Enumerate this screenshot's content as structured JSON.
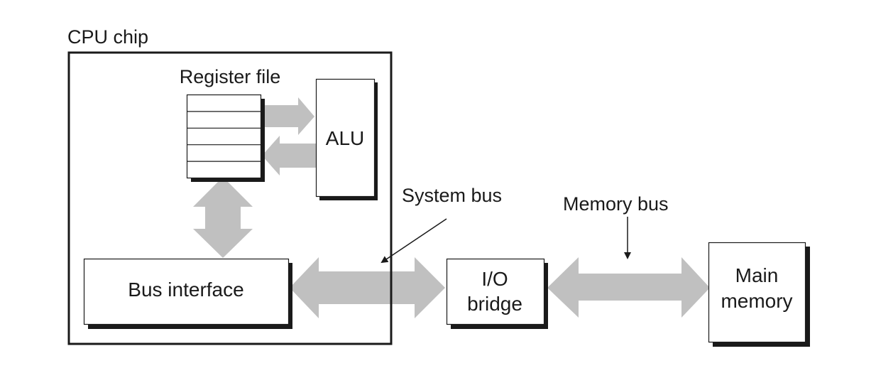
{
  "diagram": {
    "cpu_chip": {
      "label": "CPU chip"
    },
    "register_file": {
      "label": "Register file",
      "row_count": 5
    },
    "alu": {
      "label": "ALU"
    },
    "bus_interface": {
      "label": "Bus interface"
    },
    "io_bridge": {
      "label_line1": "I/O",
      "label_line2": "bridge"
    },
    "main_memory": {
      "label_line1": "Main",
      "label_line2": "memory"
    },
    "system_bus": {
      "label": "System bus"
    },
    "memory_bus": {
      "label": "Memory bus"
    }
  },
  "colors": {
    "arrow_fill": "#c0c0c0",
    "stroke": "#1a1a1a",
    "box_fill": "#ffffff"
  }
}
